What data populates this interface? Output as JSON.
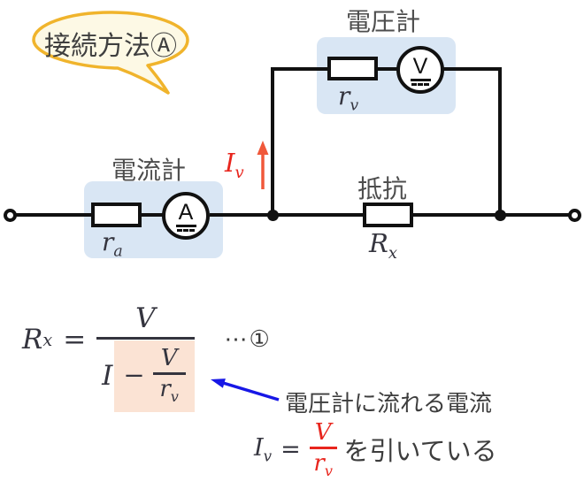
{
  "bubble": {
    "label": "接続方法Ⓐ"
  },
  "circuit": {
    "voltmeter": {
      "title": "電圧計",
      "meter_letter": "V",
      "internal_resistance": {
        "base": "r",
        "sub": "v"
      }
    },
    "ammeter": {
      "title": "電流計",
      "meter_letter": "A",
      "internal_resistance": {
        "base": "r",
        "sub": "a"
      }
    },
    "resistor": {
      "title": "抵抗",
      "symbol": {
        "base": "R",
        "sub": "x"
      }
    },
    "branch_current": {
      "base": "I",
      "sub": "v"
    }
  },
  "formula": {
    "lhs": {
      "base": "R",
      "sub": "x"
    },
    "equals": "=",
    "numerator": "V",
    "denominator": {
      "term1": "I",
      "minus": "−",
      "fraction": {
        "num": "V",
        "den_base": "r",
        "den_sub": "v"
      }
    },
    "tag": "⋯①"
  },
  "annotation": {
    "line1": "電圧計に流れる電流",
    "current": {
      "base": "I",
      "sub": "v"
    },
    "equals": "=",
    "fraction": {
      "num": "V",
      "den_base": "r",
      "den_sub": "v"
    },
    "suffix": "を引いている"
  },
  "colors": {
    "bubble_fill": "#fdf9e5",
    "bubble_border": "#f0b42c",
    "meter_box_blue": "#d9e6f4",
    "formula_highlight_pink": "#fbe3d4",
    "current_red": "#e8251d",
    "arrow_orange": "#f0583a",
    "annotation_arrow_blue": "#1717e6",
    "wire_black": "#111111"
  }
}
